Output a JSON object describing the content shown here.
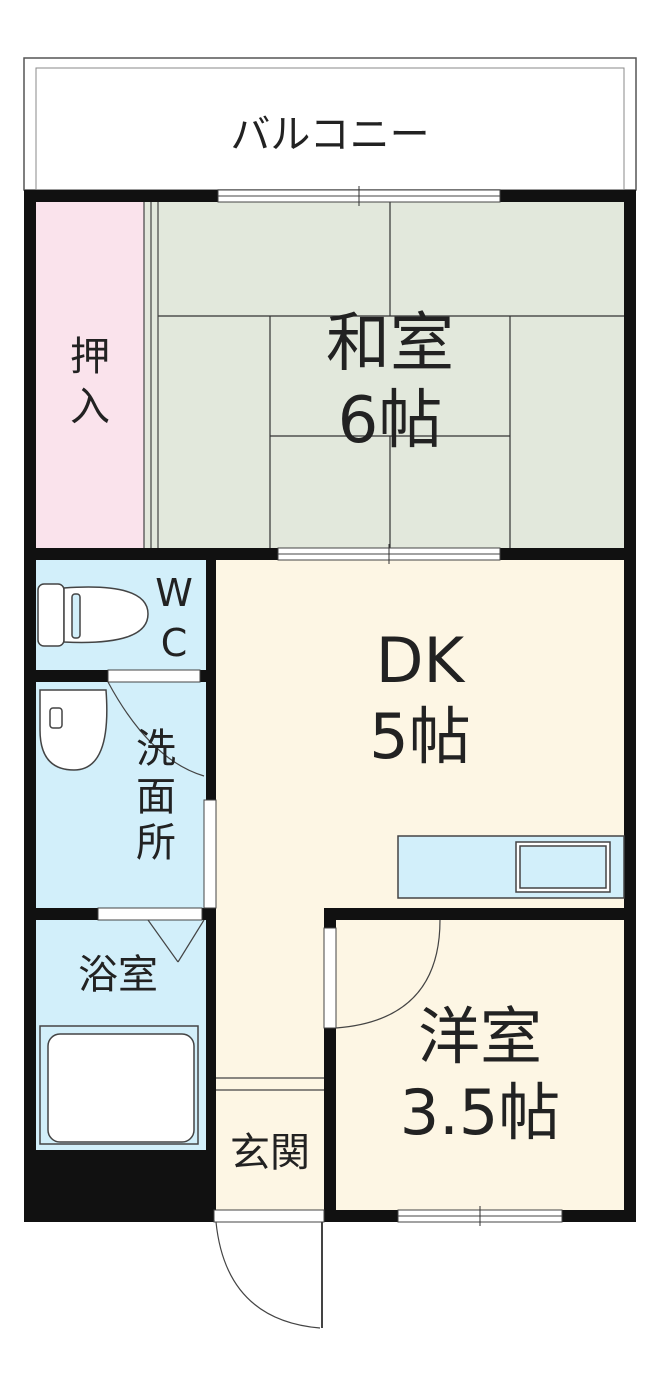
{
  "labels": {
    "balcony": "バルコニー",
    "closet_1": "押",
    "closet_2": "入",
    "washitsu_name": "和室",
    "washitsu_size": "6帖",
    "wc_1": "W",
    "wc_2": "C",
    "dk_name": "DK",
    "dk_size": "5帖",
    "washroom_1": "洗",
    "washroom_2": "面",
    "washroom_3": "所",
    "bath": "浴室",
    "youshitsu_name": "洋室",
    "youshitsu_size": "3.5帖",
    "entrance": "玄関"
  },
  "colors": {
    "wall": "#111111",
    "tatami": "#e2e8dc",
    "closet": "#fae3ec",
    "wet_area": "#d2effa",
    "flooring": "#fdf6e4",
    "outline": "#444444"
  }
}
